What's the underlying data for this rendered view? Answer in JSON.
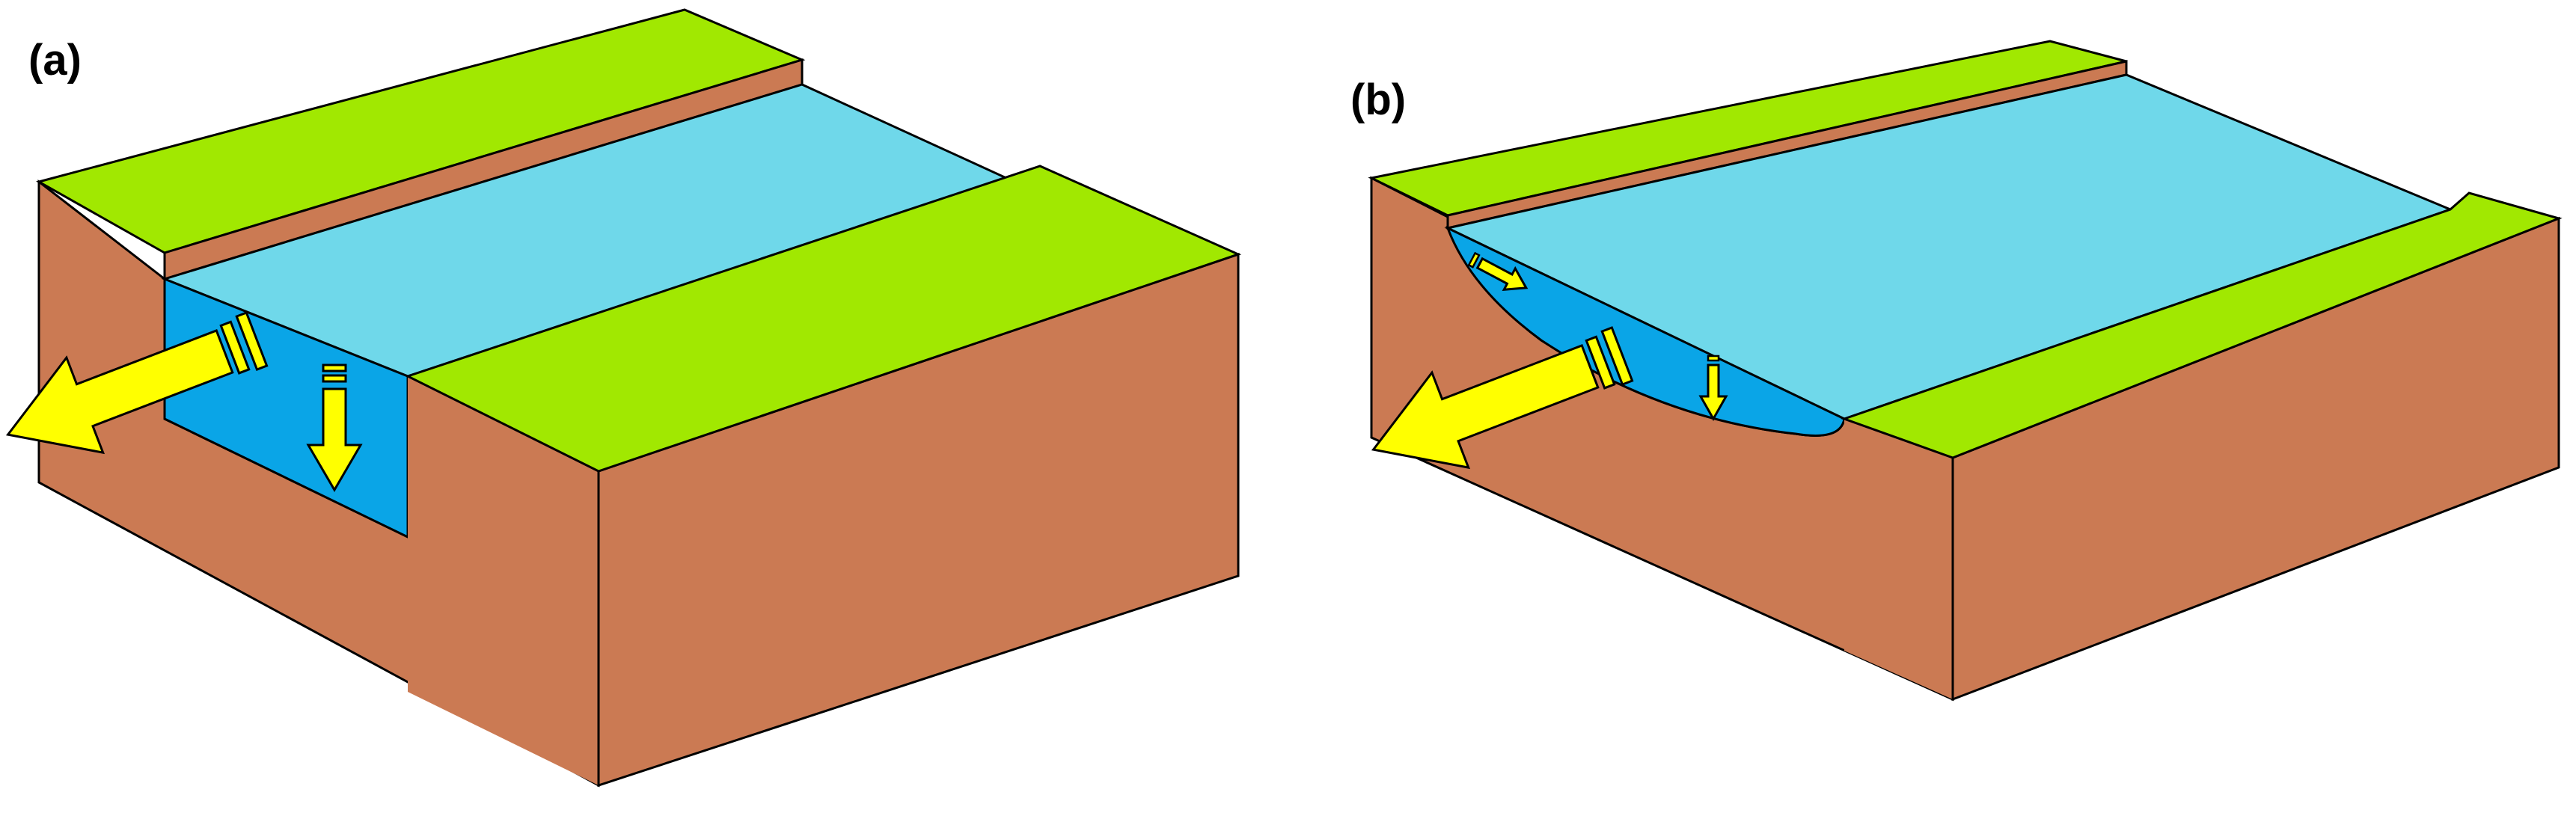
{
  "panels": [
    {
      "id": "a",
      "label": "(a)"
    },
    {
      "id": "b",
      "label": "(b)"
    }
  ],
  "colors": {
    "grass": "#A1E801",
    "soil": "#CB7A53",
    "water_surface": "#6FD8EA",
    "water_section": "#0AA5E7",
    "arrow": "#FFFF00",
    "outline": "#000000"
  }
}
